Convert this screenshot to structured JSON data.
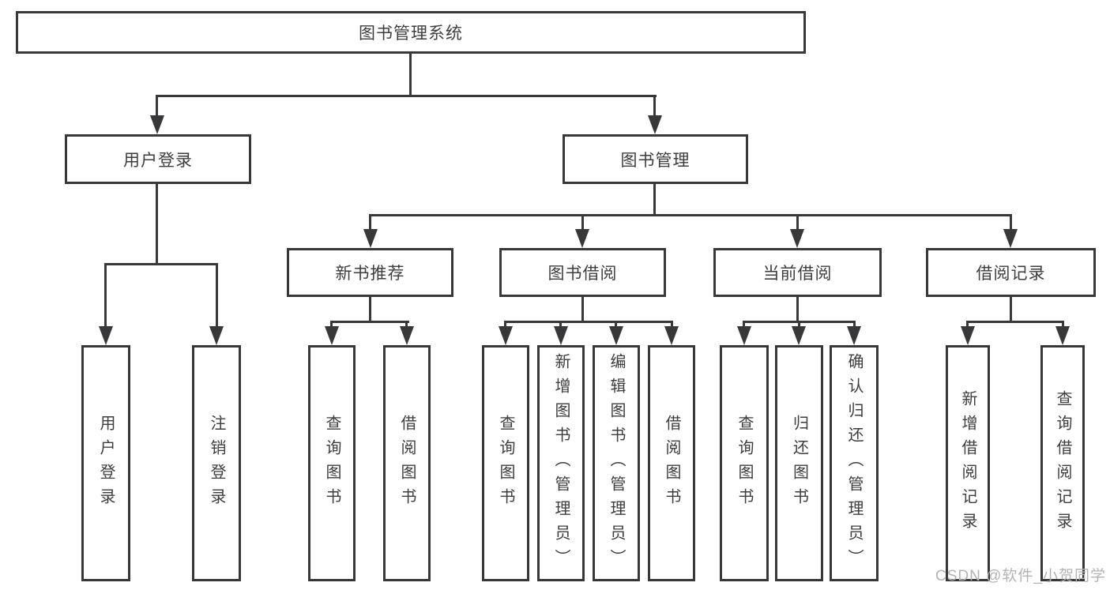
{
  "tree": {
    "label": "图书管理系统",
    "children": [
      {
        "label": "用户登录",
        "children": [
          {
            "label": "用户登录"
          },
          {
            "label": "注销登录"
          }
        ]
      },
      {
        "label": "图书管理",
        "children": [
          {
            "label": "新书推荐",
            "children": [
              {
                "label": "查询图书"
              },
              {
                "label": "借阅图书"
              }
            ]
          },
          {
            "label": "图书借阅",
            "children": [
              {
                "label": "查询图书"
              },
              {
                "label": "新增图书（管理员）"
              },
              {
                "label": "编辑图书（管理员）"
              },
              {
                "label": "借阅图书"
              }
            ]
          },
          {
            "label": "当前借阅",
            "children": [
              {
                "label": "查询图书"
              },
              {
                "label": "归还图书"
              },
              {
                "label": "确认归还（管理员）"
              }
            ]
          },
          {
            "label": "借阅记录",
            "children": [
              {
                "label": "新增借阅记录"
              },
              {
                "label": "查询借阅记录"
              }
            ]
          }
        ]
      }
    ]
  },
  "watermark": "CSDN @软件_小贺同学",
  "colors": {
    "line": "#38383a",
    "text": "#3d3d3f",
    "watermark": "#b3b3b3",
    "background": "#ffffff"
  }
}
